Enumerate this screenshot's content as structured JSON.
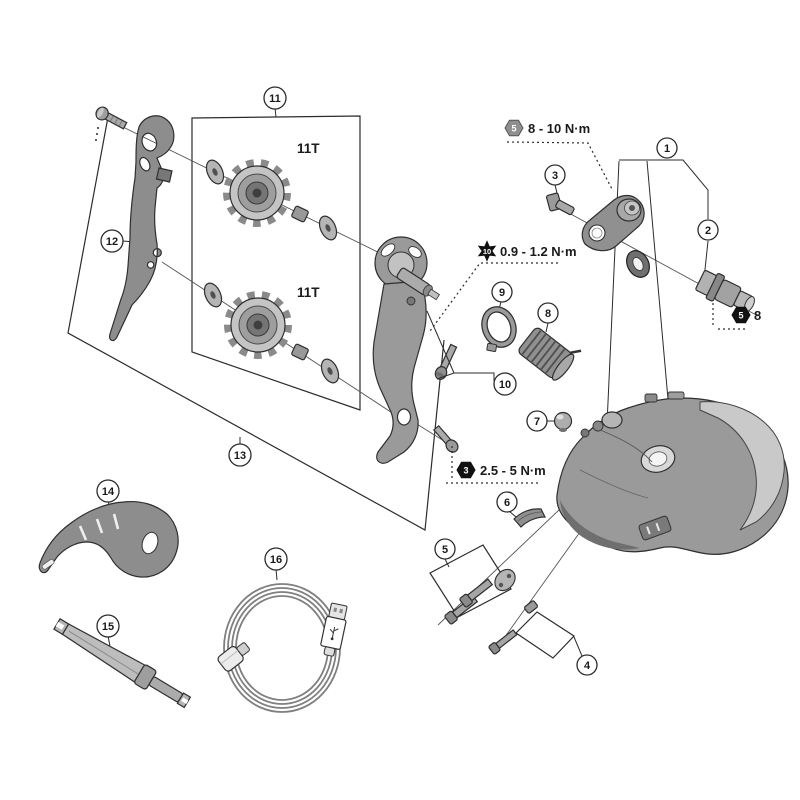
{
  "figure": {
    "kind": "exploded-parts-diagram",
    "subject": "bicycle rear derailleur exploded view"
  },
  "callouts": [
    {
      "num": "1"
    },
    {
      "num": "2"
    },
    {
      "num": "3"
    },
    {
      "num": "4"
    },
    {
      "num": "5"
    },
    {
      "num": "6"
    },
    {
      "num": "7"
    },
    {
      "num": "8"
    },
    {
      "num": "9"
    },
    {
      "num": "10"
    },
    {
      "num": "11"
    },
    {
      "num": "12"
    },
    {
      "num": "13"
    },
    {
      "num": "14"
    },
    {
      "num": "15"
    },
    {
      "num": "16"
    }
  ],
  "pulley_labels": [
    "11T",
    "11T"
  ],
  "torque_notes": [
    {
      "icon": "hex-wrench-icon",
      "size": "5",
      "text": "8 - 10 N·m"
    },
    {
      "icon": "torx-wrench-icon",
      "size": "10",
      "text": "0.9 - 1.2 N·m"
    },
    {
      "icon": "hex-wrench-icon",
      "size": "3",
      "text": "2.5 - 5 N·m"
    },
    {
      "icon": "hex-wrench-icon",
      "size": "5",
      "text": "8"
    }
  ],
  "colors": {
    "line": "#2b2b2b",
    "part_light": "#c9c9c9",
    "part_mid": "#9a9a9a",
    "part_dark": "#6f6f6f",
    "background": "#ffffff"
  }
}
